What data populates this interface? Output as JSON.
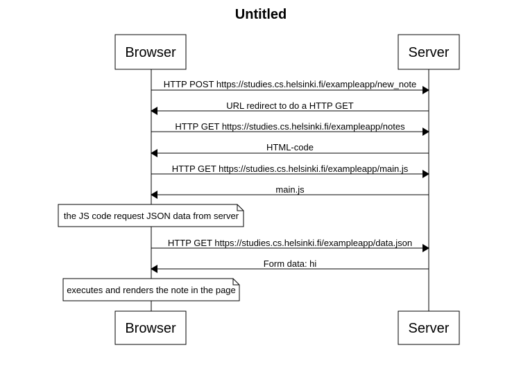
{
  "title": "Untitled",
  "participants": [
    {
      "id": "browser",
      "label": "Browser"
    },
    {
      "id": "server",
      "label": "Server"
    }
  ],
  "messages": [
    {
      "from": "browser",
      "to": "server",
      "label": "HTTP POST https://studies.cs.helsinki.fi/exampleapp/new_note"
    },
    {
      "from": "server",
      "to": "browser",
      "label": "URL redirect to do a HTTP GET"
    },
    {
      "from": "browser",
      "to": "server",
      "label": "HTTP GET https://studies.cs.helsinki.fi/exampleapp/notes"
    },
    {
      "from": "server",
      "to": "browser",
      "label": "HTML-code"
    },
    {
      "from": "browser",
      "to": "server",
      "label": "HTTP GET https://studies.cs.helsinki.fi/exampleapp/main.js"
    },
    {
      "from": "server",
      "to": "browser",
      "label": "main.js"
    },
    {
      "from": "browser",
      "to": "server",
      "label": "HTTP GET https://studies.cs.helsinki.fi/exampleapp/data.json"
    },
    {
      "from": "server",
      "to": "browser",
      "label": "Form data: hi"
    }
  ],
  "notes": [
    {
      "over": "browser",
      "label": "the JS code request JSON data from server"
    },
    {
      "over": "browser",
      "label": "executes and renders the note in the page"
    }
  ]
}
